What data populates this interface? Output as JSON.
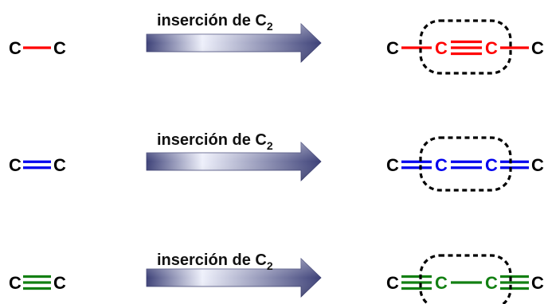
{
  "colors": {
    "single": "#ff0000",
    "double": "#0000ee",
    "triple": "#138013",
    "atom_black": "#000000",
    "arrow_dark": "#3d4178",
    "arrow_light": "#eef0fb"
  },
  "arrow_label": {
    "text": "inserción de C",
    "subscript": "2"
  },
  "rows": [
    {
      "bond": "single",
      "reactant": {
        "atom_left": "C",
        "atom_right": "C",
        "bond_order": 1
      },
      "product": {
        "atoms": [
          "C",
          "C",
          "C",
          "C"
        ],
        "bond_orders": [
          1,
          3,
          1
        ],
        "inserted_atoms": [
          1,
          2
        ]
      }
    },
    {
      "bond": "double",
      "reactant": {
        "atom_left": "C",
        "atom_right": "C",
        "bond_order": 2
      },
      "product": {
        "atoms": [
          "C",
          "C",
          "C",
          "C"
        ],
        "bond_orders": [
          2,
          2,
          2
        ],
        "inserted_atoms": [
          1,
          2
        ]
      }
    },
    {
      "bond": "triple",
      "reactant": {
        "atom_left": "C",
        "atom_right": "C",
        "bond_order": 3
      },
      "product": {
        "atoms": [
          "C",
          "C",
          "C",
          "C"
        ],
        "bond_orders": [
          3,
          1,
          3
        ],
        "inserted_atoms": [
          1,
          2
        ]
      }
    }
  ]
}
